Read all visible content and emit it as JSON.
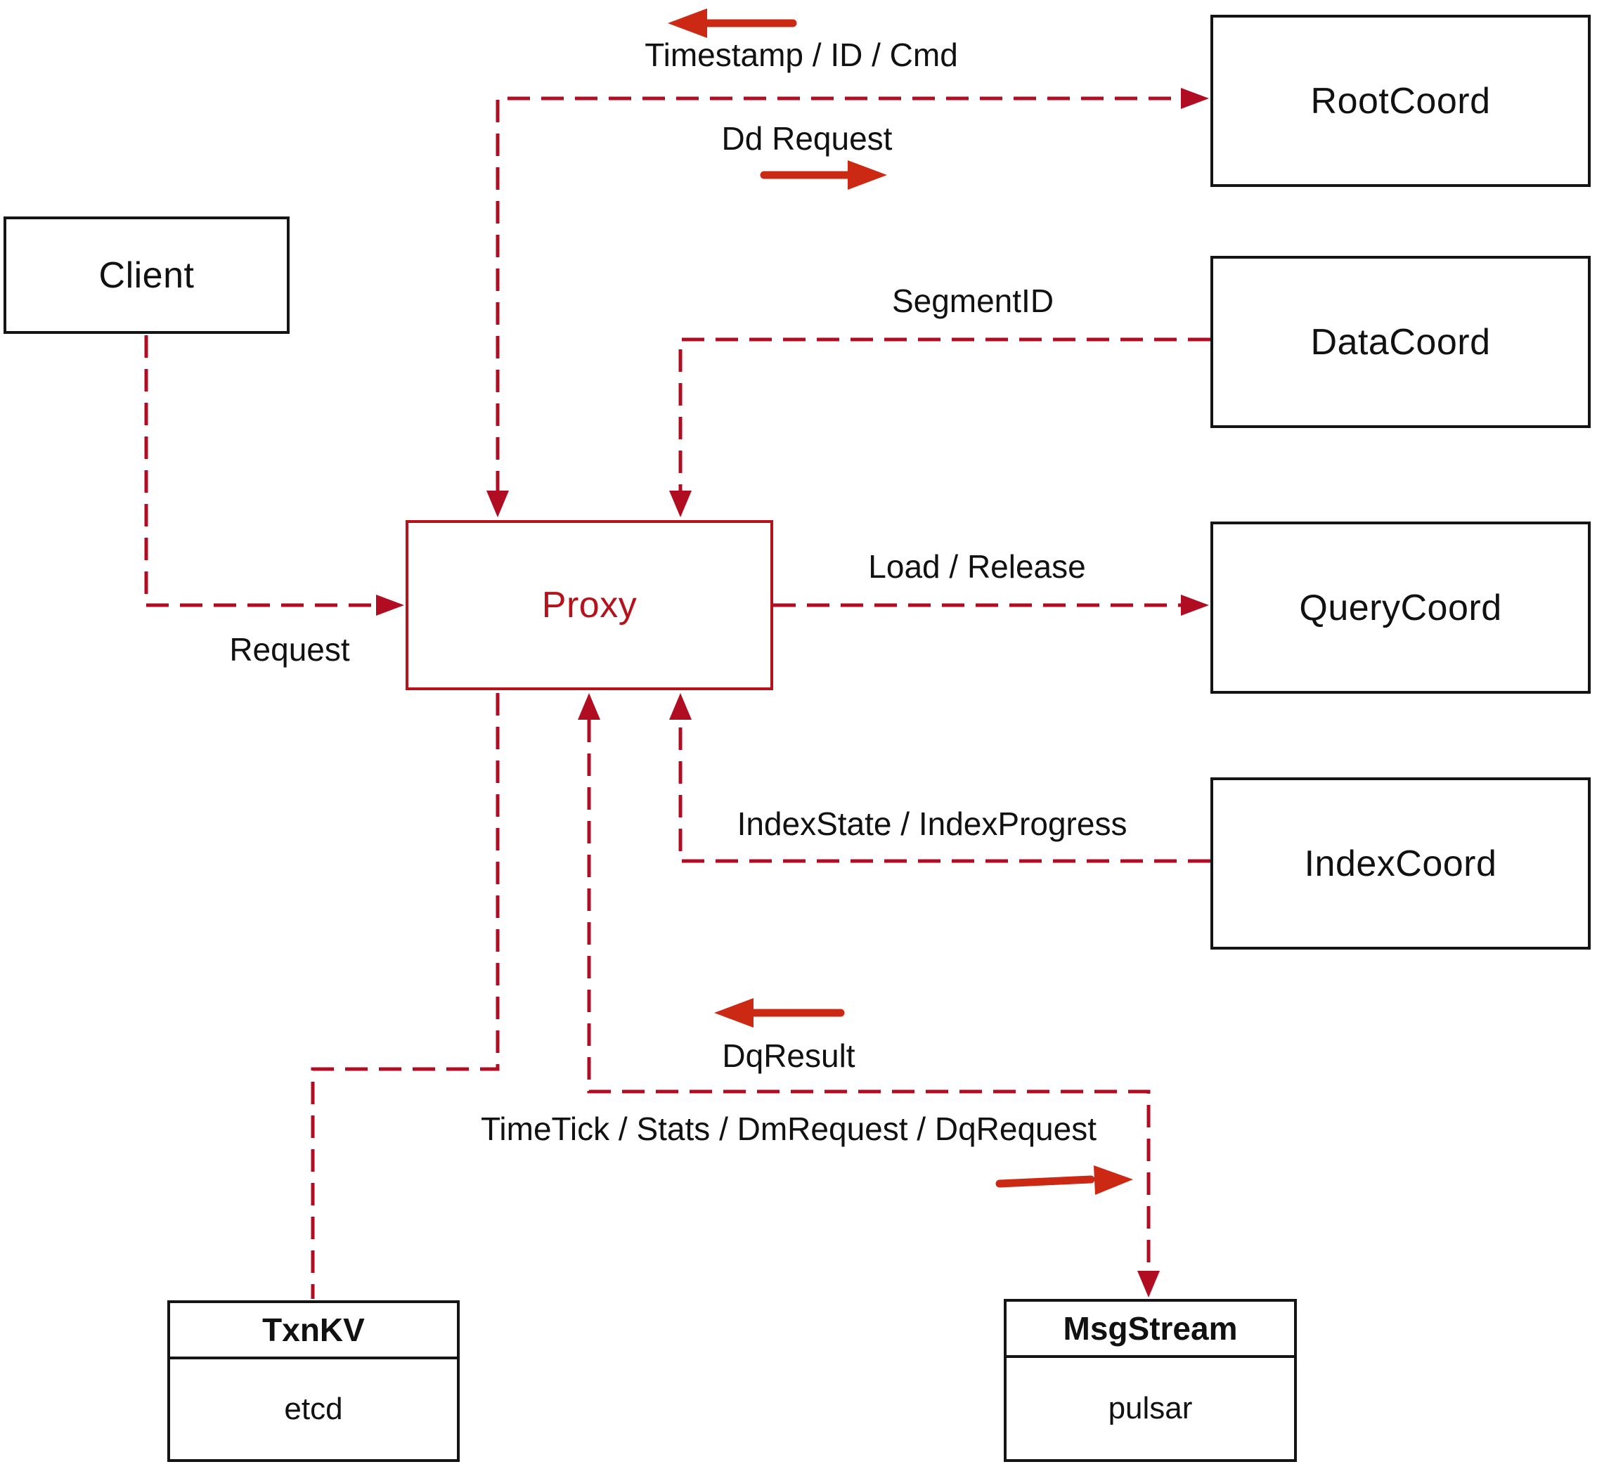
{
  "diagram": {
    "nodes": {
      "client": {
        "label": "Client"
      },
      "proxy": {
        "label": "Proxy"
      },
      "root_coord": {
        "label": "RootCoord"
      },
      "data_coord": {
        "label": "DataCoord"
      },
      "query_coord": {
        "label": "QueryCoord"
      },
      "index_coord": {
        "label": "IndexCoord"
      },
      "txn_kv": {
        "title": "TxnKV",
        "subtitle": "etcd"
      },
      "msg_stream": {
        "title": "MsgStream",
        "subtitle": "pulsar"
      }
    },
    "edge_labels": {
      "timestamp_id_cmd": "Timestamp / ID / Cmd",
      "dd_request": "Dd Request",
      "segment_id": "SegmentID",
      "load_release": "Load / Release",
      "index_state_progress": "IndexState / IndexProgress",
      "request": "Request",
      "dq_result": "DqResult",
      "time_tick": "TimeTick / Stats / DmRequest / DqRequest"
    },
    "colors": {
      "dashed_line": "#b00d23",
      "solid_arrow": "#cc2915",
      "proxy_accent": "#b5121b",
      "box_border": "#141414",
      "label_text": "#111111",
      "background": "#ffffff"
    }
  }
}
